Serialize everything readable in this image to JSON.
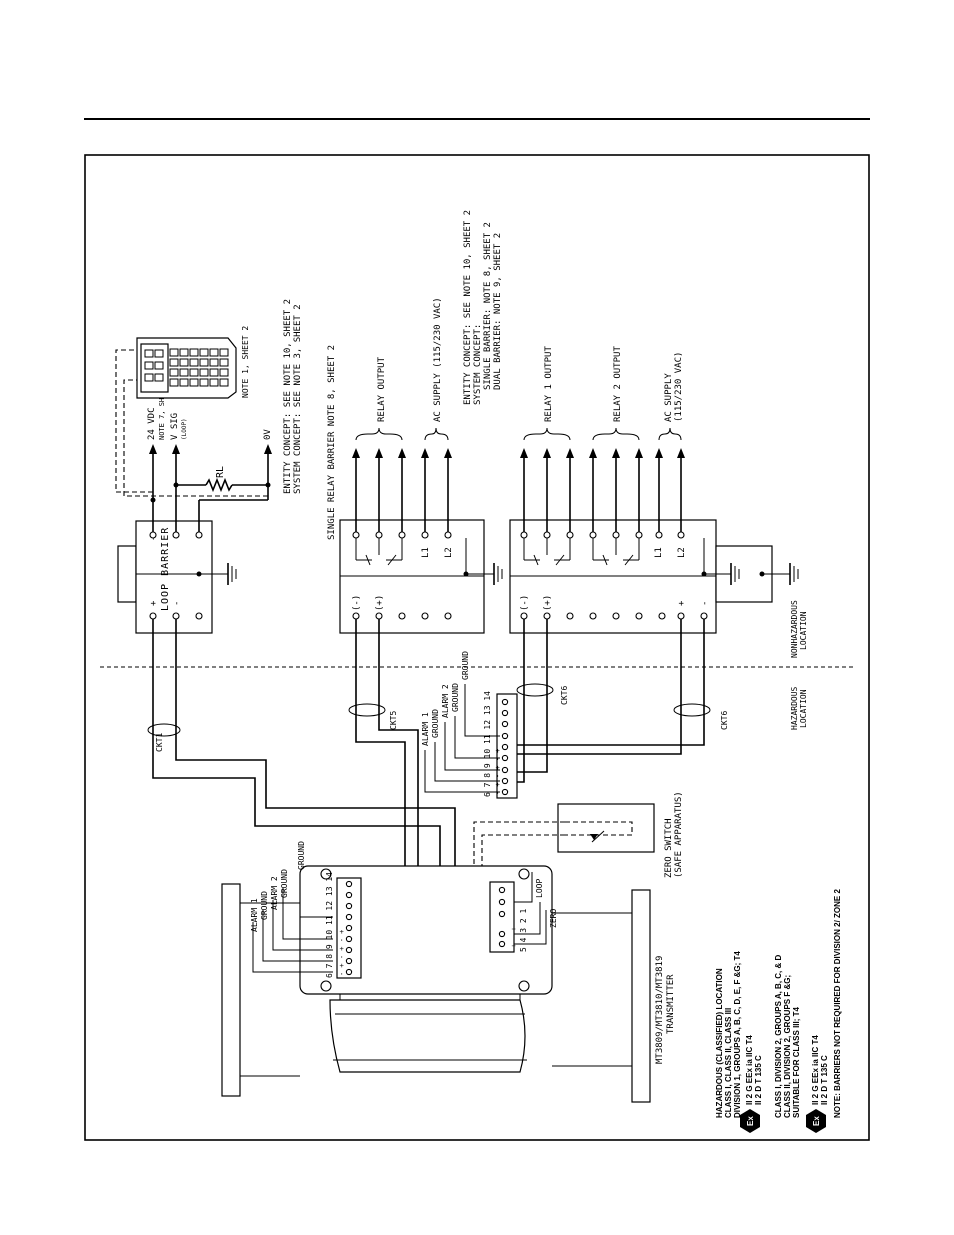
{
  "diagram": {
    "loop_barrier": {
      "label": "LOOP BARRIER",
      "plus_left": "+",
      "minus_left": "-",
      "minus_right": "-",
      "plus_right": "+"
    },
    "barrier_outputs": {
      "vdc": "24 VDC",
      "vdc_note": "NOTE 7, SHEET 2",
      "vsig": "V SIG",
      "vsig_sub": "(LOOP)",
      "zero": "0V",
      "resistor": "RL"
    },
    "handheld_note": "NOTE 1, SHEET 2",
    "loop_entity_notes": [
      "ENTITY CONCEPT: SEE NOTE 10, SHEET 2",
      "SYSTEM CONCEPT: SEE NOTE 3, SHEET 2"
    ],
    "relay1": {
      "header": "SINGLE RELAY BARRIER NOTE 8, SHEET 2",
      "terms_left": [
        "(-)",
        "(+)"
      ],
      "terms_right": [
        "L1",
        "L2"
      ],
      "out_relay": "RELAY OUTPUT",
      "out_ac": "AC SUPPLY (115/230 VAC)"
    },
    "relay_notes": [
      "ENTITY CONCEPT: SEE NOTE 10, SHEET 2",
      "SYSTEM CONCEPT:",
      "SINGLE BARRIER: NOTE 8, SHEET 2",
      "DUAL BARRIER: NOTE 9, SHEET 2"
    ],
    "relay2": {
      "terms_left": [
        "(-)",
        "(+)",
        "+",
        "-"
      ],
      "terms_right": [
        "L1",
        "L2"
      ],
      "out_relay1": "RELAY 1 OUTPUT",
      "out_relay2": "RELAY 2 OUTPUT",
      "out_ac1": "AC SUPPLY",
      "out_ac2": "(115/230 VAC)"
    },
    "location_labels": {
      "nonhaz1": "NONHAZARDOUS",
      "nonhaz2": "LOCATION",
      "haz1": "HAZARDOUS",
      "haz2": "LOCATION"
    },
    "circuits": {
      "ckt1": "CKT1",
      "ckt5": "CKT5",
      "ckt6a": "CKT6",
      "ckt6b": "CKT6"
    },
    "tb_upper": {
      "nums": "6 7 8 9 10 11 12 13 14",
      "signs": "- + - + - +",
      "alarm1": "ALARM 1",
      "ground1": "GROUND",
      "alarm2": "ALARM 2",
      "ground2": "GROUND",
      "ground3": "GROUND"
    },
    "tb_lower": {
      "nums": "6 7 8 9 10 11 12 13 14",
      "signs": "- + - + - +",
      "alarm1": "ALARM 1",
      "ground1": "GROUND",
      "alarm2": "ALARM 2",
      "ground2": "GROUND",
      "ground3": "GROUND"
    },
    "tb_transmitter": {
      "nums": "5 4 3 2 1",
      "signs": "+ - + -",
      "loop": "LOOP",
      "zero": "ZERO"
    },
    "zero_switch": {
      "l1": "ZERO SWITCH",
      "l2": "(SAFE APPARATUS)"
    },
    "transmitter": {
      "l1": "MT3809/MT3810/MT3819",
      "l2": "TRANSMITTER"
    },
    "approvals": [
      "HAZARDOUS (CLASSIFIED) LOCATION",
      "CLASS I, CLASS II, CLASS III",
      "DIVISION 1, GROUPS A, B, C, D, E, F &G; T4",
      "II 2 G EEx ia IIC T4",
      "II 2 D T 135 C",
      "CLASS I, DIVISION 2, GROUPS A, B, C, & D",
      "CLASS II, DIVISION 2, GROUPS F &G;",
      "SUITABLE FOR CLASS III; T4",
      "II 2 G EEx ia IIC T4",
      "II 2 D T 135 C",
      "NOTE: BARRIERS NOT REQUIRED FOR DIVISION 2/ ZONE 2"
    ],
    "ex_symbol": "Ex"
  }
}
